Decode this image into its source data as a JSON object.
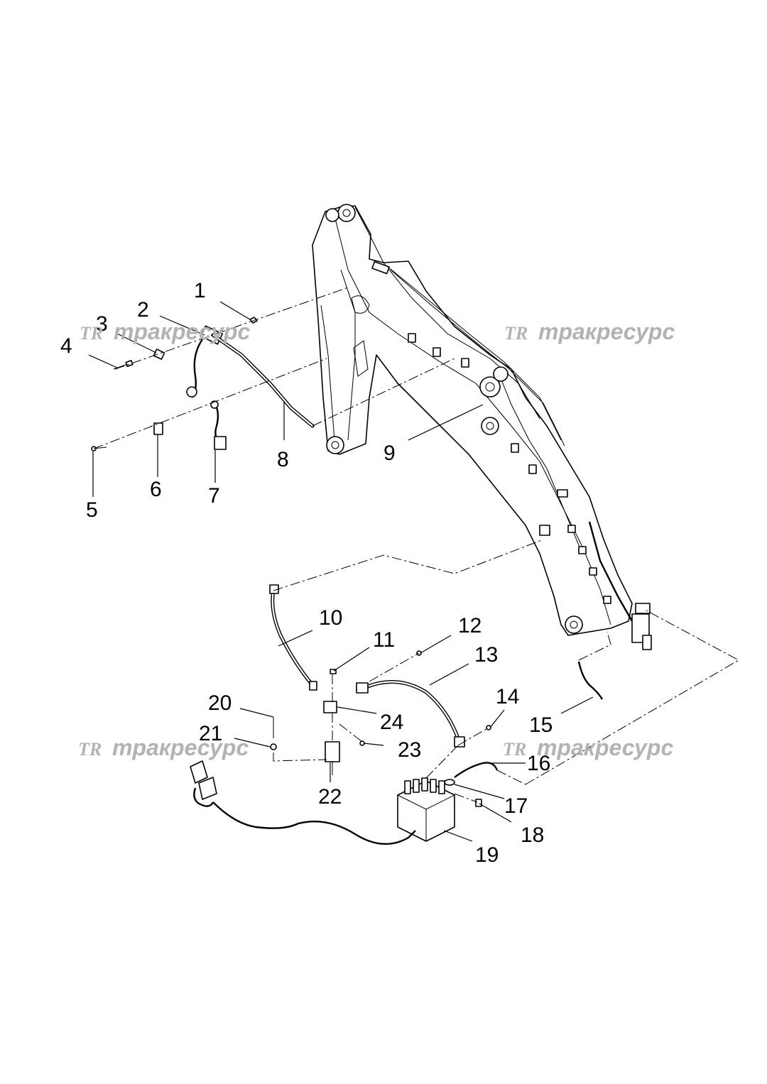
{
  "watermark": {
    "logo": "TR",
    "text": "тракресурс"
  },
  "callouts": [
    "1",
    "2",
    "3",
    "4",
    "5",
    "6",
    "7",
    "8",
    "9",
    "10",
    "11",
    "12",
    "13",
    "14",
    "15",
    "16",
    "17",
    "18",
    "19",
    "20",
    "21",
    "22",
    "23",
    "24"
  ],
  "colors": {
    "line": "#000000",
    "watermark": "#b3b3b3",
    "background": "#ffffff"
  }
}
